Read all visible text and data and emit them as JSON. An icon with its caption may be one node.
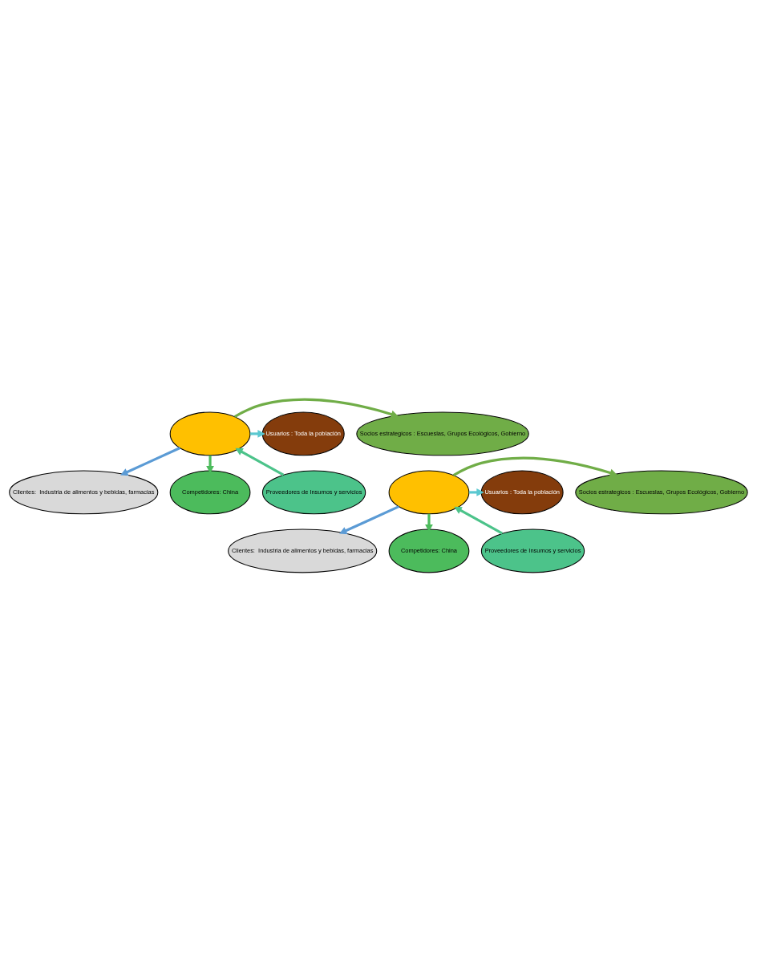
{
  "diagram": {
    "nodes": [
      {
        "text": [
          "Clientes:  Industria de alimentos y bebidas, farmacias"
        ]
      },
      {
        "text": [
          "Socios estrategicos : Escueslas, Grupos Ecológicos, Gobierno"
        ]
      },
      {
        "text": [],
        "shape": "ellipse"
      },
      {
        "text": [
          "Usuarios : Toda la población"
        ]
      },
      {
        "text": [
          "Competidores: China"
        ]
      },
      {
        "text": [
          "Proveedores de Insumos y servicios"
        ]
      },
      {
        "text": [
          "Clientes:  Industria de alimentos y bebidas, farmacias"
        ]
      },
      {
        "text": [
          "Socios estrategicos : Escueslas, Grupos Ecológicos, Gobierno"
        ]
      },
      {
        "text": [],
        "shape": "ellipse"
      },
      {
        "text": [
          "Usuarios : Toda la población"
        ]
      },
      {
        "text": [
          "Competidores: China"
        ]
      },
      {
        "text": [
          "Proveedores de Insumos y servicios"
        ]
      }
    ],
    "edges": [
      {
        "from": 2,
        "to": 0,
        "arrow": "to",
        "color": "#5b9bd5"
      },
      {
        "from": 2,
        "to": 1,
        "arrow": "to",
        "color": "#70ad47"
      },
      {
        "from": 2,
        "to": 3,
        "arrow": "to",
        "color": "#5bc8d0"
      },
      {
        "from": 2,
        "to": 4,
        "arrow": "to",
        "color": "#4cbb5c"
      },
      {
        "from": 5,
        "to": 2,
        "arrow": "to",
        "color": "#4cc38a"
      },
      {
        "from": 8,
        "to": 6,
        "arrow": "to",
        "color": "#5b9bd5"
      },
      {
        "from": 8,
        "to": 7,
        "arrow": "to",
        "color": "#70ad47"
      },
      {
        "from": 8,
        "to": 9,
        "arrow": "to",
        "color": "#5bc8d0"
      },
      {
        "from": 8,
        "to": 10,
        "arrow": "to",
        "color": "#4cbb5c"
      },
      {
        "from": 11,
        "to": 8,
        "arrow": "to",
        "color": "#4cc38a"
      }
    ]
  }
}
